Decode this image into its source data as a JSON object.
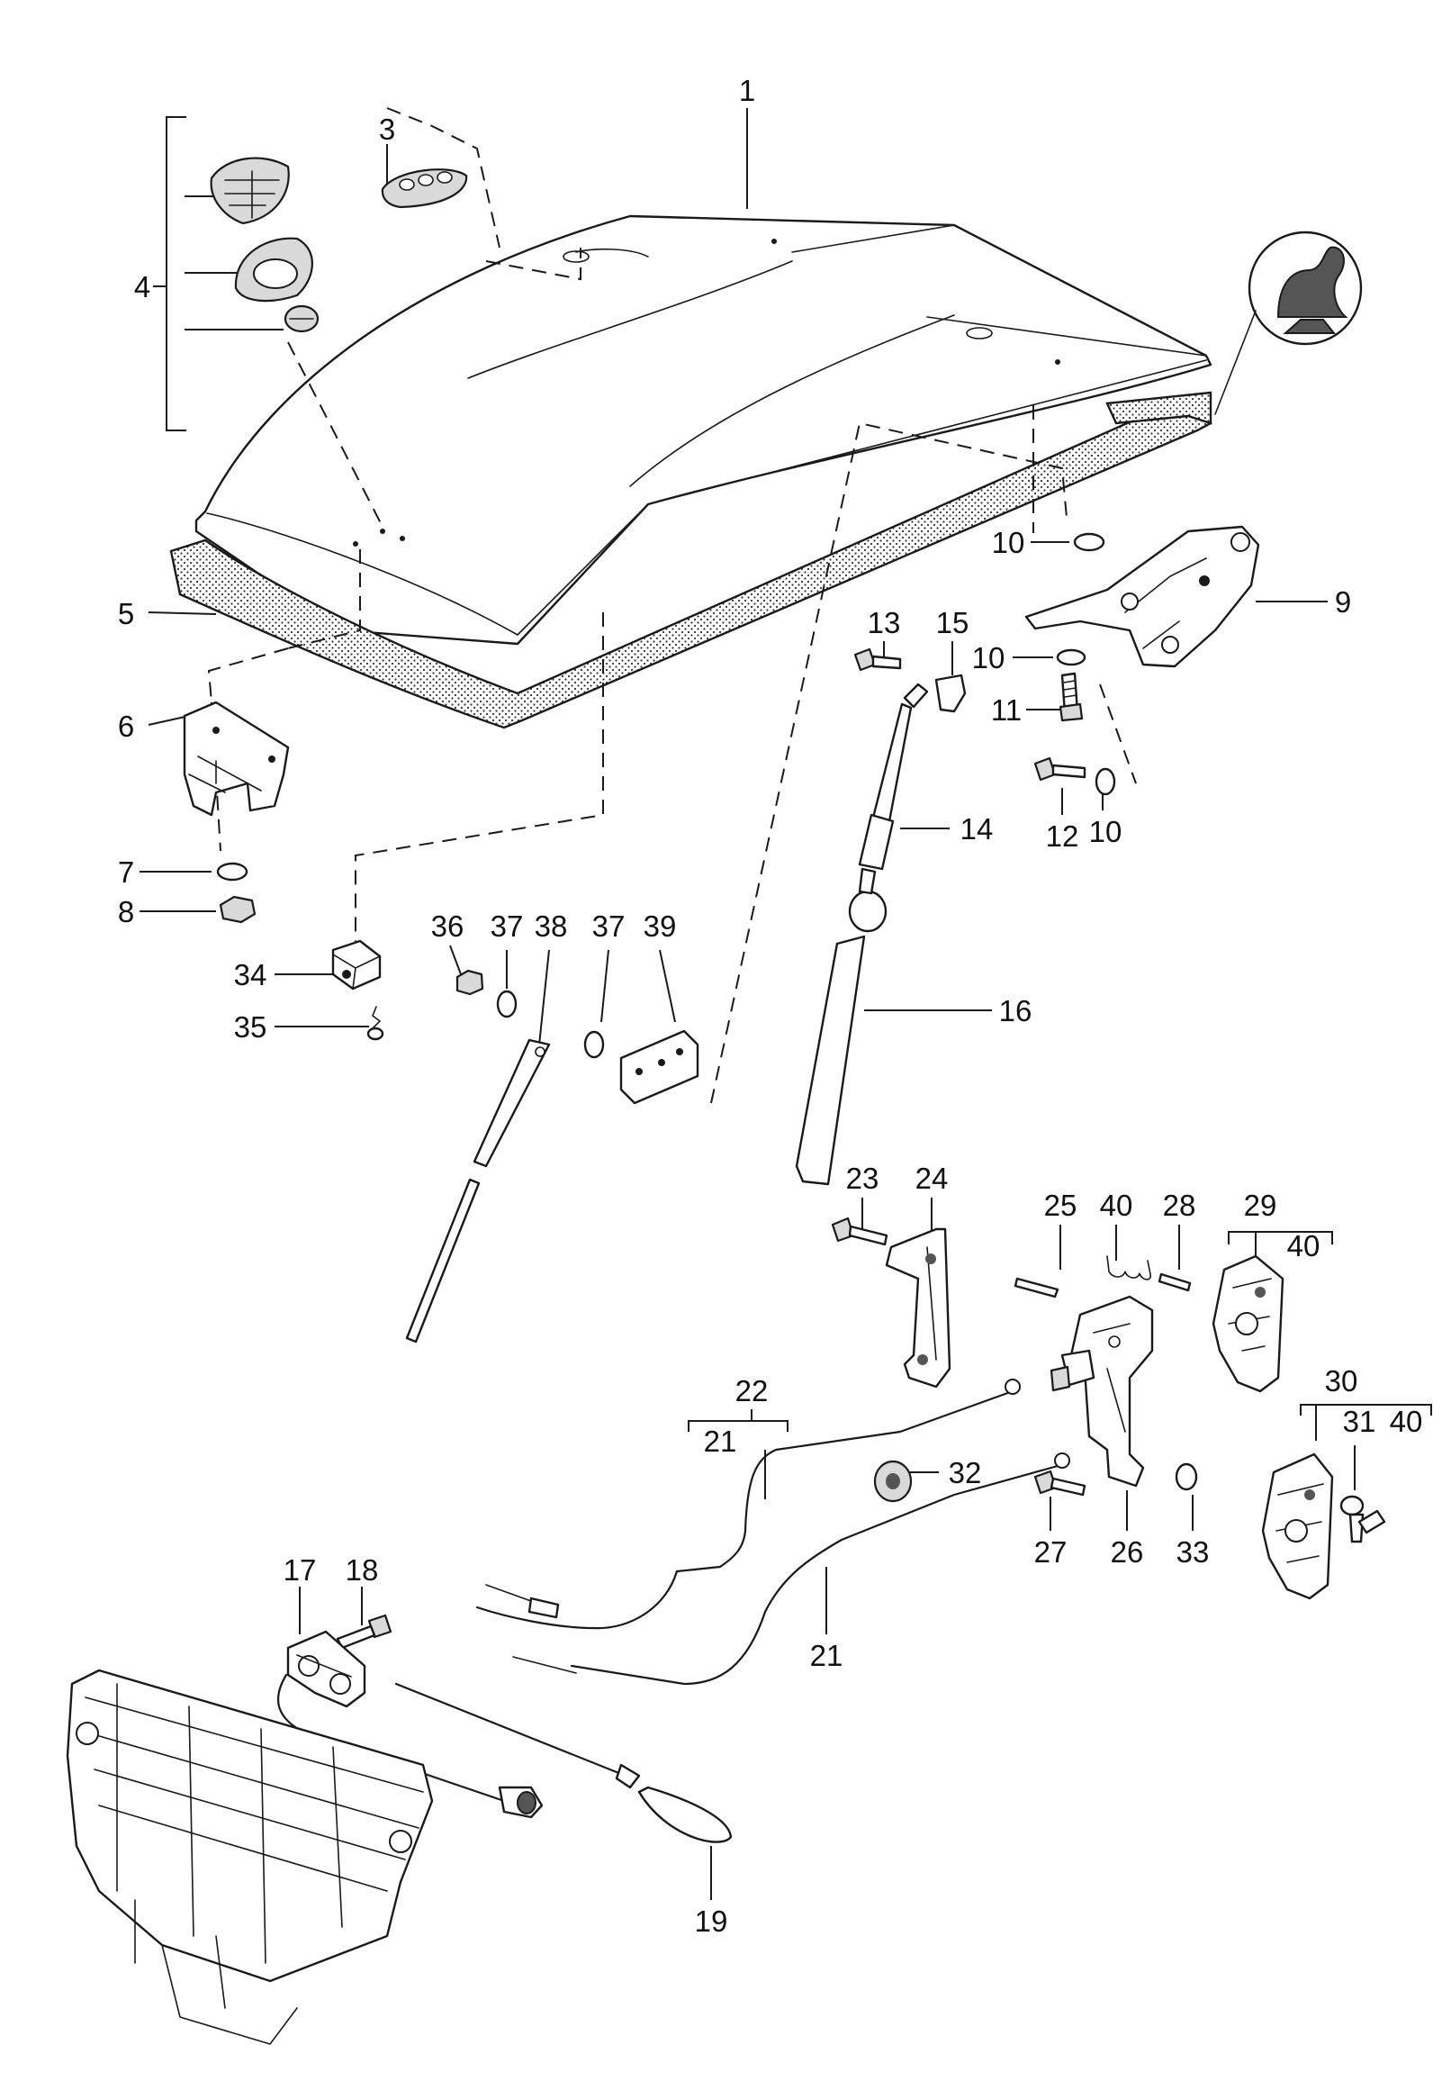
{
  "callouts": {
    "c1": "1",
    "c3": "3",
    "c4": "4",
    "c5": "5",
    "c6": "6",
    "c7": "7",
    "c8": "8",
    "c9": "9",
    "c10a": "10",
    "c10b": "10",
    "c10c": "10",
    "c11": "11",
    "c12": "12",
    "c13": "13",
    "c14": "14",
    "c15": "15",
    "c16": "16",
    "c17": "17",
    "c18": "18",
    "c19": "19",
    "c21a": "21",
    "c21b": "21",
    "c22": "22",
    "c23": "23",
    "c24": "24",
    "c25": "25",
    "c26": "26",
    "c27": "27",
    "c28": "28",
    "c29": "29",
    "c40a": "40",
    "c30": "30",
    "c31": "31",
    "c40b": "40",
    "c40c": "40",
    "c32": "32",
    "c33": "33",
    "c34": "34",
    "c35": "35",
    "c36": "36",
    "c37a": "37",
    "c37b": "37",
    "c38": "38",
    "c39": "39"
  },
  "icons": {
    "seal_symbol": "seal-applicator-icon"
  }
}
